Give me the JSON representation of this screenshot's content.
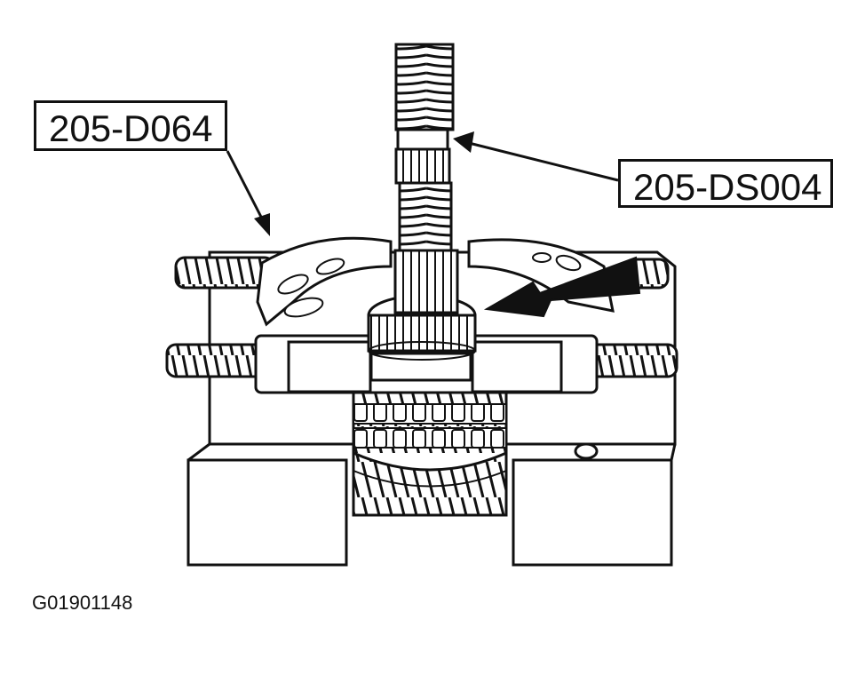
{
  "labels": {
    "tool_left": "205-D064",
    "tool_right": "205-DS004"
  },
  "figure_id": "G01901148",
  "colors": {
    "line": "#111111",
    "fill": "#ffffff"
  }
}
